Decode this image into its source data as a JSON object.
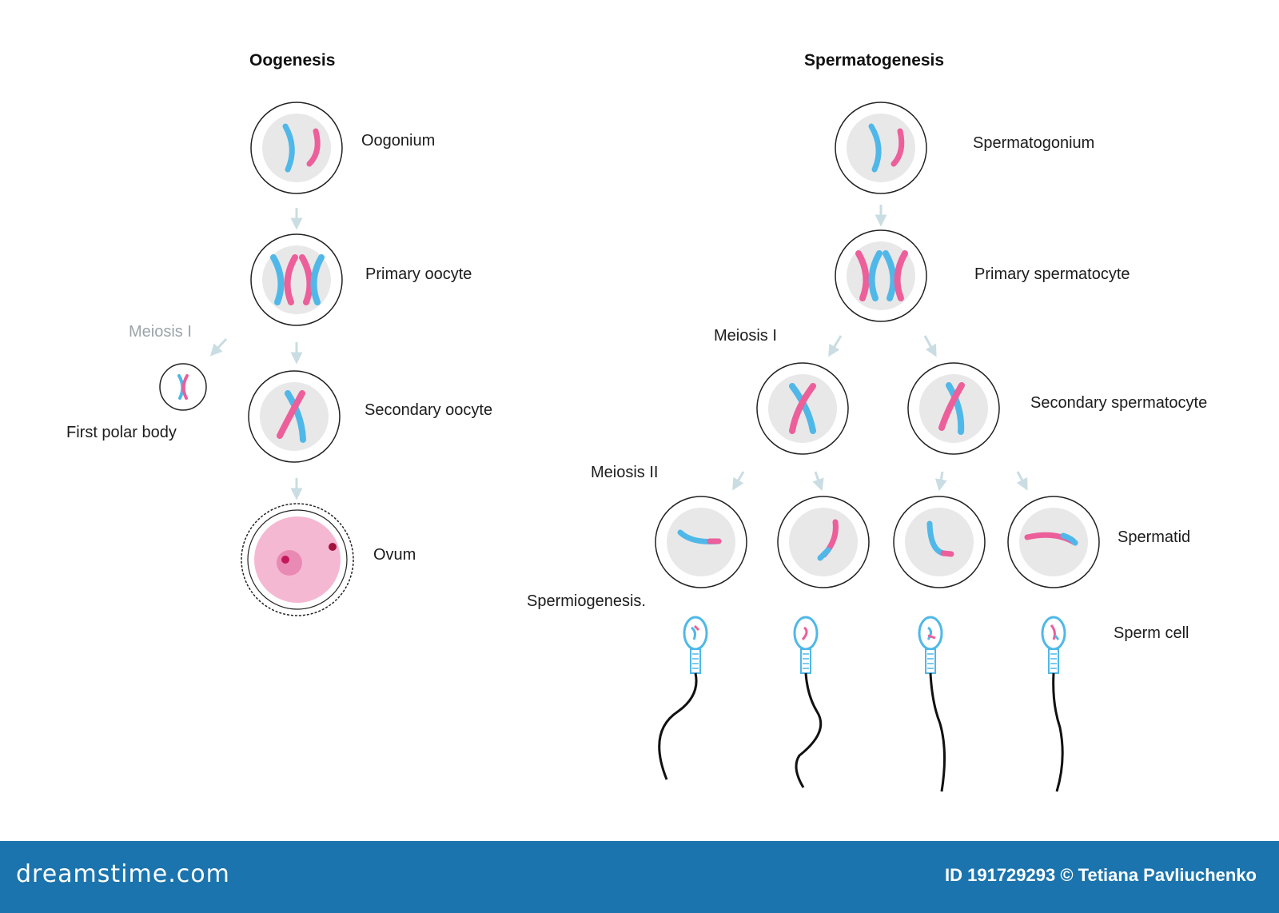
{
  "oogenesis": {
    "title": "Oogenesis",
    "stages": {
      "oogonium": "Oogonium",
      "primary_oocyte": "Primary oocyte",
      "secondary_oocyte": "Secondary oocyte",
      "ovum": "Ovum"
    },
    "meiosis_label": "Meiosis I",
    "polar_body": "First polar body"
  },
  "spermatogenesis": {
    "title": "Spermatogenesis",
    "stages": {
      "spermatogonium": "Spermatogonium",
      "primary_spermatocyte": "Primary spermatocyte",
      "secondary_spermatocyte": "Secondary spermatocyte",
      "spermatid": "Spermatid",
      "sperm_cell": "Sperm cell"
    },
    "meiosis_1": "Meiosis I",
    "meiosis_2": "Meiosis II",
    "spermiogenesis": "Spermiogenesis."
  },
  "footer": {
    "logo": "dreamstime.com",
    "credit": "ID 191729293 © Tetiana Pavliuchenko"
  },
  "colors": {
    "blue_chromosome": "#4fb8e8",
    "pink_chromosome": "#ec5f9a",
    "nucleus": "#e8e8e8",
    "arrow": "#c9dde2",
    "ovum": "#f5b8d3",
    "footer_bg": "#1b74ad"
  }
}
